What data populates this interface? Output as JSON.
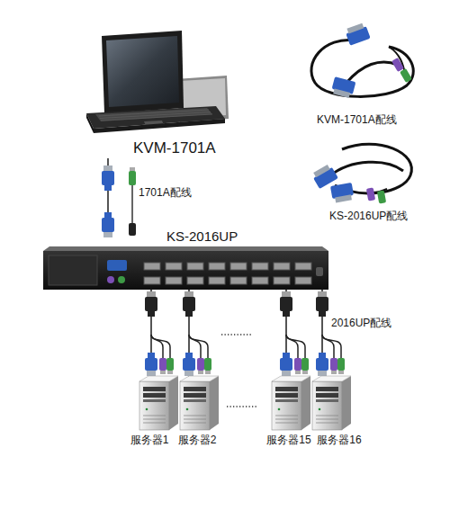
{
  "diagram": {
    "nodes": [
      {
        "text": [
          "KVM-1701A"
        ]
      },
      {
        "text": [
          "KS-2016UP"
        ]
      },
      {
        "text": [
          "服务器1"
        ]
      },
      {
        "text": [
          "服务器2"
        ]
      },
      {
        "text": [
          "服务器15"
        ]
      },
      {
        "text": [
          "服务器16"
        ]
      }
    ],
    "edges": [
      {
        "from": 0,
        "to": 1,
        "label": "1701A配线",
        "arrow": "none"
      },
      {
        "from": 1,
        "to": 2,
        "arrow": "none"
      },
      {
        "from": 1,
        "to": 3,
        "arrow": "none"
      },
      {
        "from": 1,
        "to": 4,
        "arrow": "none"
      },
      {
        "from": 1,
        "to": 5,
        "label": "2016UP配线",
        "arrow": "none"
      }
    ],
    "labels": [
      "KVM-1701A配线",
      "KS-2016UP配线"
    ]
  }
}
